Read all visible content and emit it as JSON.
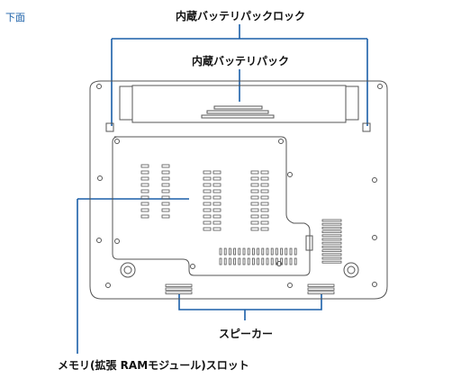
{
  "view_title": "下面",
  "callouts": {
    "battery_lock": "内蔵バッテリパックロック",
    "battery_pack": "内蔵バッテリパック",
    "speaker": "スピーカー",
    "memory_slot": "メモリ(拡張 RAMモジュール)スロット"
  },
  "colors": {
    "leader_line": "#1a5fa8",
    "outline": "#555555",
    "heading": "#1a5fa8"
  }
}
